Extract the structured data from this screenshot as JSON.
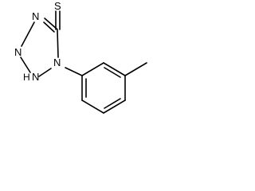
{
  "molecule": {
    "atoms": {
      "sulfur": "S",
      "n4": "N",
      "n3": "N",
      "n2": "N",
      "h2": "H",
      "n1": "N"
    }
  }
}
